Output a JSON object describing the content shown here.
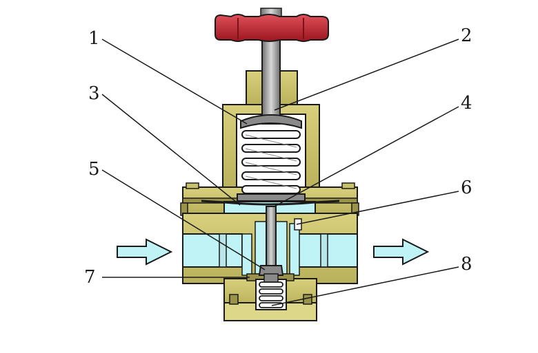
{
  "callouts": [
    {
      "id": "1",
      "label": "1"
    },
    {
      "id": "2",
      "label": "2"
    },
    {
      "id": "3",
      "label": "3"
    },
    {
      "id": "4",
      "label": "4"
    },
    {
      "id": "5",
      "label": "5"
    },
    {
      "id": "6",
      "label": "6"
    },
    {
      "id": "7",
      "label": "7"
    },
    {
      "id": "8",
      "label": "8"
    }
  ],
  "colors": {
    "body": "#c8c06a",
    "body_dark": "#9b934a",
    "fluid": "#bff3f6",
    "handwheel": "#c2202b",
    "spring": "#ffffff",
    "stem": "#9a9a9a",
    "outline": "#1a1a1a"
  }
}
